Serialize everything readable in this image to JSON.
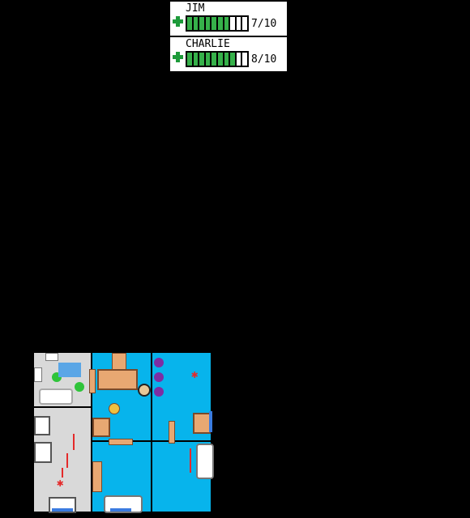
{
  "players": [
    {
      "name": "JIM",
      "hp": 7,
      "hp_max": 10,
      "hp_text": "7/10"
    },
    {
      "name": "CHARLIE",
      "hp": 8,
      "hp_max": 10,
      "hp_text": "8/10"
    }
  ],
  "colors": {
    "background": "#000000",
    "room_floor_blue": "#07b4ec",
    "room_floor_gray": "#d9d9d9",
    "health_green": "#36b14a",
    "cross_green": "#1d9a3a",
    "blood_red": "#e42a2a",
    "furniture_tan": "#e8a872",
    "door_blue": "#3a7be0"
  },
  "icons": [
    "health-cross-icon",
    "bathtub",
    "toilet",
    "sink",
    "bed",
    "sofa",
    "table",
    "chair",
    "plant",
    "ball",
    "dog"
  ]
}
